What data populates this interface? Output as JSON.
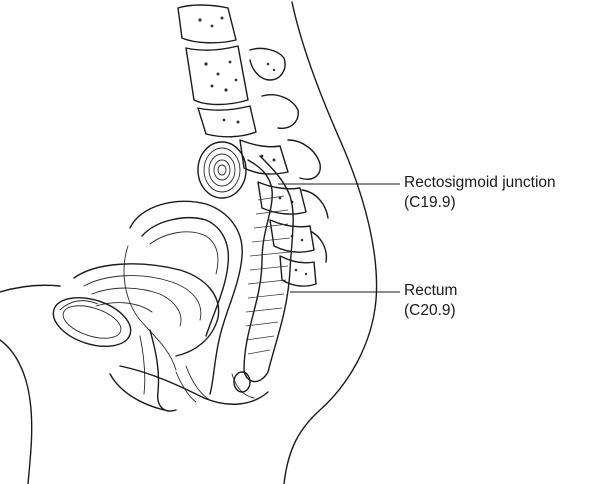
{
  "labels": {
    "rectosigmoid": {
      "name": "Rectosigmoid junction",
      "code": "(C19.9)"
    },
    "rectum": {
      "name": "Rectum",
      "code": "(C20.9)"
    }
  },
  "colors": {
    "ink": "#1a1a1a",
    "background": "#ffffff"
  }
}
